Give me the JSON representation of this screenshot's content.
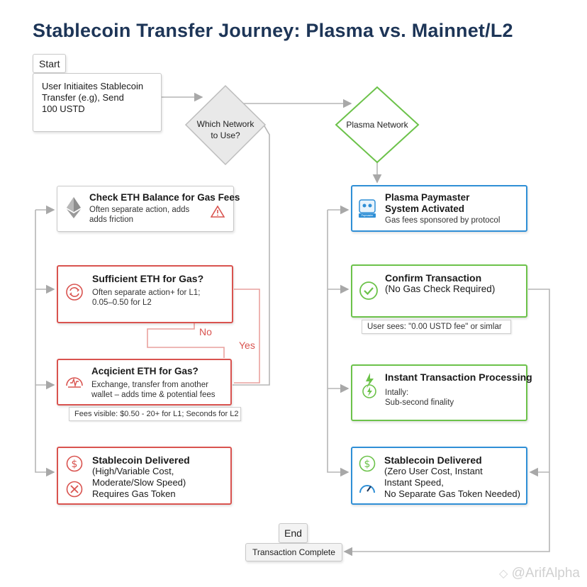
{
  "title": "Stablecoin Transfer Journey: Plasma vs. Mainnet/L2",
  "start": {
    "label": "Start",
    "text_lines": [
      "User Initiaites Stablecoin",
      "Transfer (e.g), Send",
      "100 USTD"
    ]
  },
  "decision": {
    "lines": [
      "Which Network",
      "to Use?"
    ]
  },
  "plasma_diamond": {
    "label": "Plasma Network"
  },
  "left": {
    "check_eth": {
      "title": "Check ETH Balance for Gas Fees",
      "lines": [
        "Often separate action, adds",
        "adds friction"
      ]
    },
    "sufficient": {
      "title": "Sufficient ETH for Gas?",
      "lines": [
        "Often separate action+ for L1;",
        "0.05–0.50 for L2"
      ]
    },
    "no_label": "No",
    "yes_label": "Yes",
    "acquire": {
      "title": "Acqicient ETH for Gas?",
      "lines": [
        "Exchange, transfer from another",
        "wallet – adds time & potential fees"
      ]
    },
    "fees_note": "Fees visible: $0.50 - 20+ for L1; Seconds for L2",
    "delivered": {
      "title": "Stablecoin Delivered",
      "lines": [
        "(High/Variable Cost,",
        "Moderate/Slow Speed)",
        "Requires Gas Token"
      ]
    }
  },
  "right": {
    "paymaster": {
      "title_lines": [
        "Plasma Paymaster",
        "System Activated"
      ],
      "line": "Gas fees sponsored by protocol",
      "icon_text": "Paymaster"
    },
    "confirm": {
      "title": "Confirm Transaction",
      "line": "(No Gas Check Required)"
    },
    "user_note": "User sees: \"0.00 USTD fee\" or simlar",
    "instant": {
      "title": "Instant Transaction Processing",
      "lines": [
        "Intally:",
        "Sub-second finality"
      ]
    },
    "delivered": {
      "title": "Stablecoin Delivered",
      "lines": [
        "(Zero User Cost, Instant",
        "Instant Speed,",
        "No Separate Gas Token Needed)"
      ]
    }
  },
  "end": {
    "label": "End",
    "text": "Transaction Complete"
  },
  "watermark": "@ArifAlpha",
  "colors": {
    "title": "#1d3557",
    "red": "#d9534f",
    "green": "#6cc24a",
    "blue": "#2f8fd6",
    "connector": "#b0b0b0"
  }
}
